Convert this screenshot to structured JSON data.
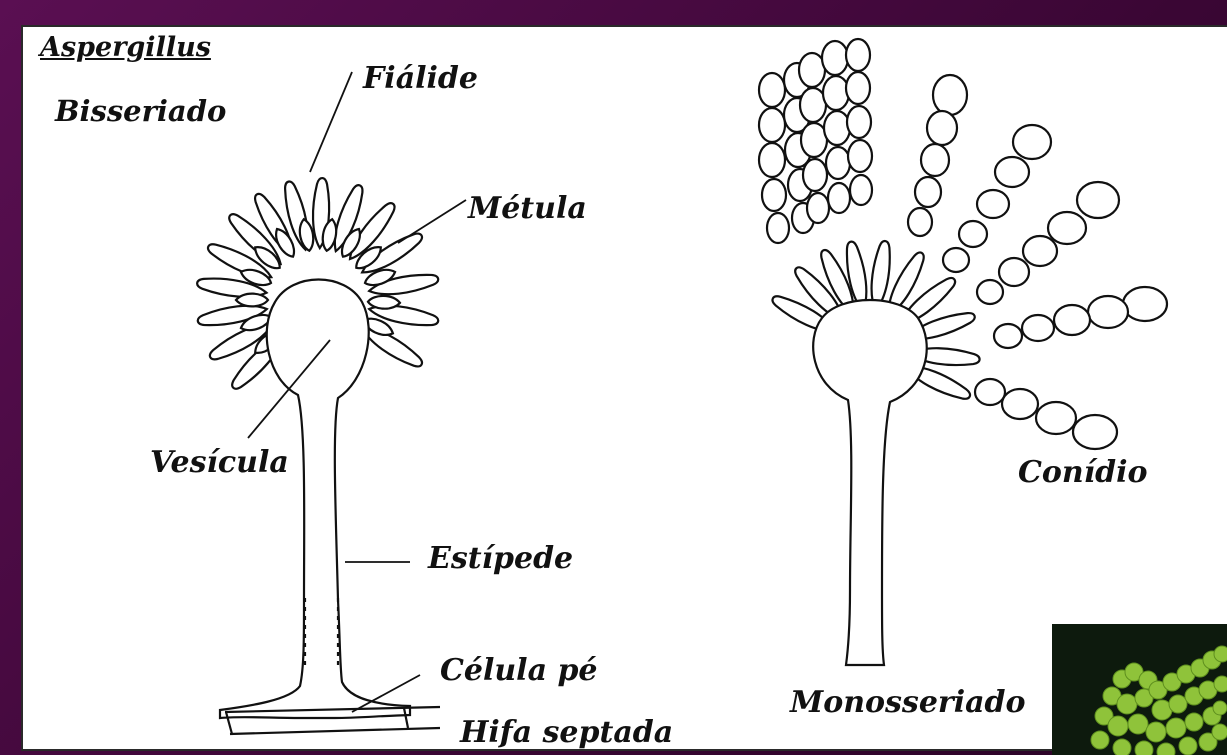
{
  "diagram": {
    "title": "Aspergillus",
    "left_variant": "Bisseriado",
    "right_variant": "Monosseriado",
    "parts": {
      "phialide": "Fiálide",
      "metula": "Métula",
      "vesicle": "Vesícula",
      "stipe": "Estípede",
      "foot_cell": "Célula pé",
      "septate_hypha": "Hifa septada",
      "conidium": "Conídio"
    }
  },
  "colors": {
    "background": "#3e0838",
    "panel": "#ffffff",
    "ink": "#111111",
    "photo_spores": "#8fc33a"
  }
}
